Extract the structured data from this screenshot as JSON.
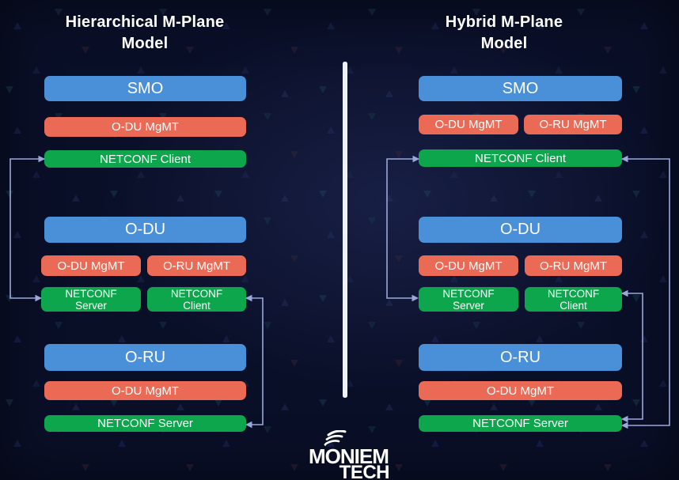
{
  "colors": {
    "background": "#0A0F28",
    "box_blue": "#4A90D8",
    "box_red": "#EB6A56",
    "box_green": "#0DA64C",
    "connector_line": "#9AA8DB",
    "divider": "#EEF1F6",
    "text": "#FFFFFF"
  },
  "diagram_left": {
    "title_lines": [
      "Hierarchical M-Plane",
      "Model"
    ],
    "smo": {
      "main": "SMO",
      "mgmt": "O-DU MgMT",
      "netconf": "NETCONF Client"
    },
    "odu": {
      "main": "O-DU",
      "mgmt_left": "O-DU MgMT",
      "mgmt_right": "O-RU MgMT",
      "netconf_server_lines": [
        "NETCONF",
        "Server"
      ],
      "netconf_client_lines": [
        "NETCONF",
        "Client"
      ]
    },
    "oru": {
      "main": "O-RU",
      "mgmt": "O-DU MgMT",
      "netconf": "NETCONF Server"
    },
    "connections": [
      "SMO NETCONF Client <-> O-DU NETCONF Server",
      "O-DU NETCONF Client <-> O-RU NETCONF Server"
    ]
  },
  "diagram_right": {
    "title_lines": [
      "Hybrid M-Plane",
      "Model"
    ],
    "smo": {
      "main": "SMO",
      "mgmt_left": "O-DU MgMT",
      "mgmt_right": "O-RU MgMT",
      "netconf": "NETCONF Client"
    },
    "odu": {
      "main": "O-DU",
      "mgmt_left": "O-DU MgMT",
      "mgmt_right": "O-RU MgMT",
      "netconf_server_lines": [
        "NETCONF",
        "Server"
      ],
      "netconf_client_lines": [
        "NETCONF",
        "Client"
      ]
    },
    "oru": {
      "main": "O-RU",
      "mgmt": "O-DU MgMT",
      "netconf": "NETCONF Server"
    },
    "connections": [
      "SMO NETCONF Client <-> O-DU NETCONF Server",
      "O-DU NETCONF Client <-> O-RU NETCONF Server",
      "SMO NETCONF Client <-> O-RU NETCONF Server"
    ]
  },
  "logo": {
    "word1": "MONIEM",
    "word2": "TECH",
    "icon": "signal-arcs-icon"
  }
}
